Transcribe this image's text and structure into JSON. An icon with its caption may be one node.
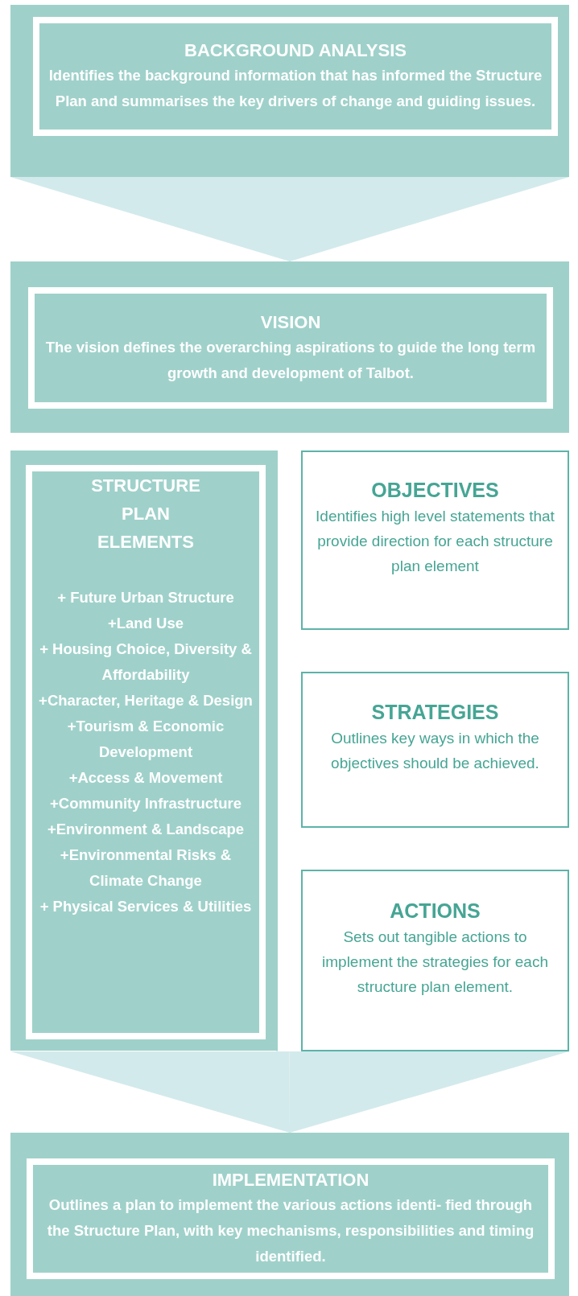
{
  "diagram": {
    "nodes": [
      {
        "text": [],
        "shape": "box"
      },
      {
        "text": [
          "BACKGROUND ANALYSIS",
          "Identifies the background information that has informed the Structure Plan and summarises the key drivers of change and guiding issues."
        ],
        "in": 0
      },
      {
        "text": [],
        "shape": "box"
      },
      {
        "text": [
          "VISION",
          "The vision defines the overarching aspirations to guide the long term growth and development of Talbot."
        ],
        "in": 2
      },
      {
        "text": [],
        "shape": "box"
      },
      {
        "text": [
          "STRUCTURE PLAN ELEMENTS",
          "+ Future Urban Structure",
          "+Land Use",
          "+ Housing Choice, Diversity & Affordability",
          "+Character, Heritage & Design",
          "+Tourism & Economic Development",
          "+Access & Movement",
          "+Community Infrastructure",
          "+Environment & Landscape",
          "+Environmental Risks & Climate Change",
          "+ Physical Services & Utilities"
        ],
        "in": 4
      },
      {
        "text": [
          "OBJECTIVES",
          "Identifies high level statements that provide direction for each structure plan element"
        ]
      },
      {
        "text": [
          "STRATEGIES",
          "Outlines key ways in which the objectives should be achieved."
        ]
      },
      {
        "text": [
          "ACTIONS",
          "Sets out tangible actions to implement the strategies for each structure plan element."
        ]
      },
      {
        "text": [],
        "shape": "box"
      },
      {
        "text": [
          "IMPLEMENTATION",
          "Outlines a plan to implement the various actions identi- fied through the Structure Plan, with key mechanisms, responsibilities and timing identified."
        ],
        "in": 9
      }
    ],
    "edges": [
      {
        "from": 0,
        "to": 2,
        "arrow": "to"
      },
      {
        "from": 4,
        "to": 9,
        "arrow": "to"
      },
      {
        "from": 8,
        "to": 9,
        "arrow": "to"
      }
    ]
  }
}
